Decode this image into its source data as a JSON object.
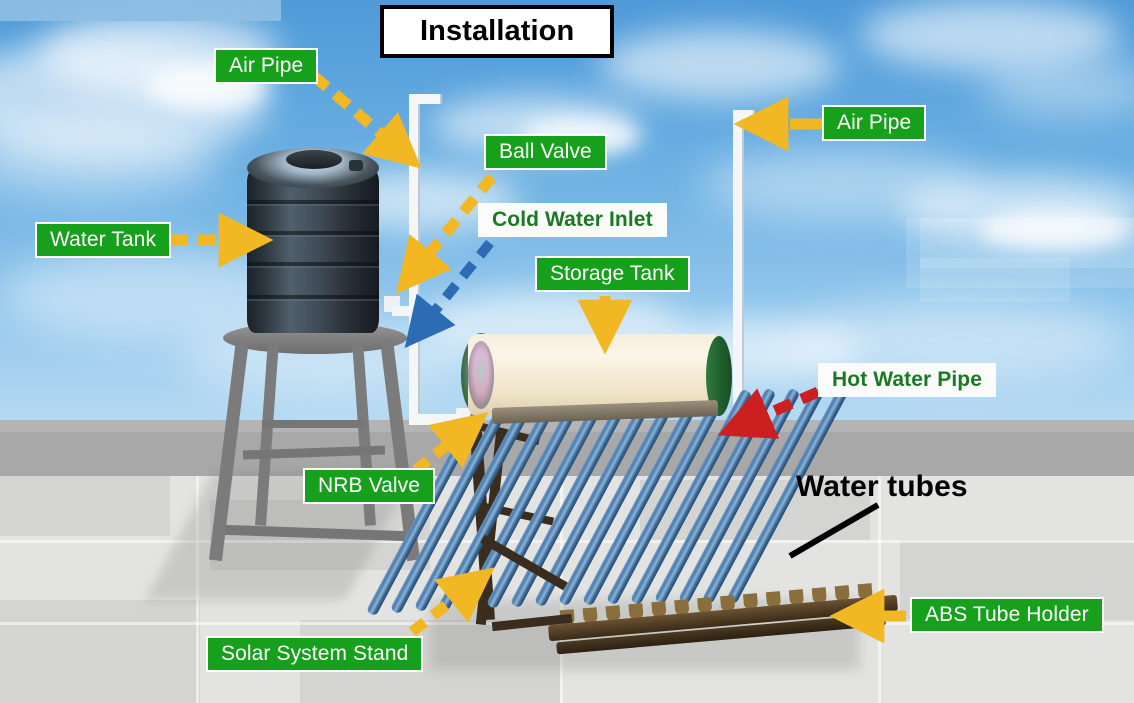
{
  "title": {
    "text": "Installation"
  },
  "colors": {
    "label_green_bg": "#17a01b",
    "label_green_text": "#ffffff",
    "label_white_bg": "#fbfbfb",
    "label_white_text": "#1a7a24",
    "arrow_yellow": "#f2b824",
    "arrow_blue": "#2b6cb5",
    "arrow_red": "#cc1f1f",
    "pointer_black": "#000000",
    "sky_blue": "#5ba4dd",
    "ground_gray": "#9b9b9b",
    "floor_gray": "#e3e3e1",
    "tank_dark": "#2e3840",
    "storage_cream": "#f6eedc",
    "storage_green": "#1f5c2b",
    "tube_blue": "#4a7fb4",
    "pipe_white": "#f4f6f7"
  },
  "labels": [
    {
      "id": "air-pipe-left",
      "text": "Air Pipe",
      "style": "green",
      "pointer": "yellow-dashed-arrow-down-right"
    },
    {
      "id": "water-tank",
      "text": "Water Tank",
      "style": "green",
      "pointer": "yellow-dashed-arrow-right"
    },
    {
      "id": "ball-valve",
      "text": "Ball Valve",
      "style": "green",
      "pointer": "yellow-dashed-arrow-down-left"
    },
    {
      "id": "cold-water-inlet",
      "text": "Cold Water Inlet",
      "style": "white",
      "pointer": "blue-dashed-arrow-down-left"
    },
    {
      "id": "storage-tank",
      "text": "Storage Tank",
      "style": "green",
      "pointer": "yellow-arrow-down"
    },
    {
      "id": "air-pipe-right",
      "text": "Air Pipe",
      "style": "green",
      "pointer": "yellow-arrow-left"
    },
    {
      "id": "hot-water-pipe",
      "text": "Hot Water Pipe",
      "style": "white",
      "pointer": "red-dashed-arrow-down-left"
    },
    {
      "id": "nrb-valve",
      "text": "NRB Valve",
      "style": "green",
      "pointer": "yellow-dashed-arrow-up-right"
    },
    {
      "id": "water-tubes",
      "text": "Water tubes",
      "style": "plain",
      "pointer": "black-line-down-left"
    },
    {
      "id": "solar-system-stand",
      "text": "Solar System Stand",
      "style": "green",
      "pointer": "yellow-dashed-arrow-up-right"
    },
    {
      "id": "abs-tube-holder",
      "text": "ABS Tube Holder",
      "style": "green",
      "pointer": "yellow-dashed-arrow-left"
    }
  ],
  "scene": {
    "components": [
      "water-tank",
      "tank-stand",
      "air-pipe-left",
      "air-pipe-right",
      "ball-valve",
      "nrb-valve",
      "solar-storage-tank",
      "evacuated-water-tubes",
      "abs-tube-holder",
      "solar-system-stand",
      "hot-water-pipe",
      "cold-water-inlet"
    ],
    "background": "sky-with-clouds-over-tiled-rooftop"
  }
}
